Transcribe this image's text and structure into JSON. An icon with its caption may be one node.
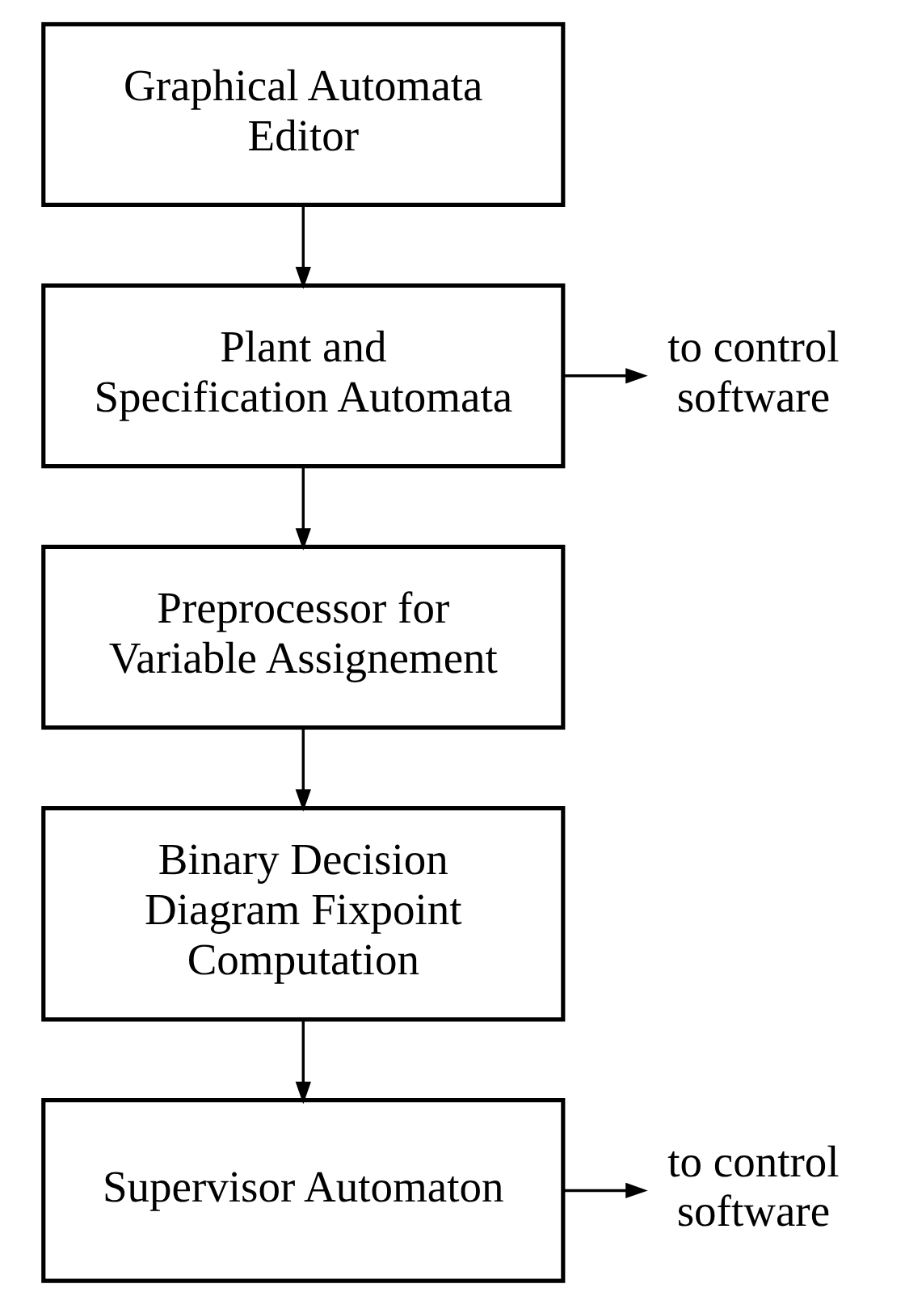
{
  "diagram": {
    "nodes": [
      {
        "text": [
          "Graphical Automata Editor"
        ]
      },
      {
        "text": [
          "Plant and Specification Automata"
        ]
      },
      {
        "text": [
          "Preprocessor for Variable Assignement"
        ]
      },
      {
        "text": [
          "Binary Decision Diagram Fixpoint Computation"
        ]
      },
      {
        "text": [
          "Supervisor Automaton"
        ]
      },
      {
        "text": [
          "to control software"
        ]
      },
      {
        "text": [
          "to control software"
        ]
      }
    ],
    "edges": [
      {
        "from": 0,
        "to": 1,
        "arrow": "to"
      },
      {
        "from": 1,
        "to": 2,
        "arrow": "to"
      },
      {
        "from": 2,
        "to": 3,
        "arrow": "to"
      },
      {
        "from": 3,
        "to": 4,
        "arrow": "to"
      },
      {
        "from": 1,
        "to": 5,
        "arrow": "to"
      },
      {
        "from": 4,
        "to": 6,
        "arrow": "to"
      }
    ]
  }
}
